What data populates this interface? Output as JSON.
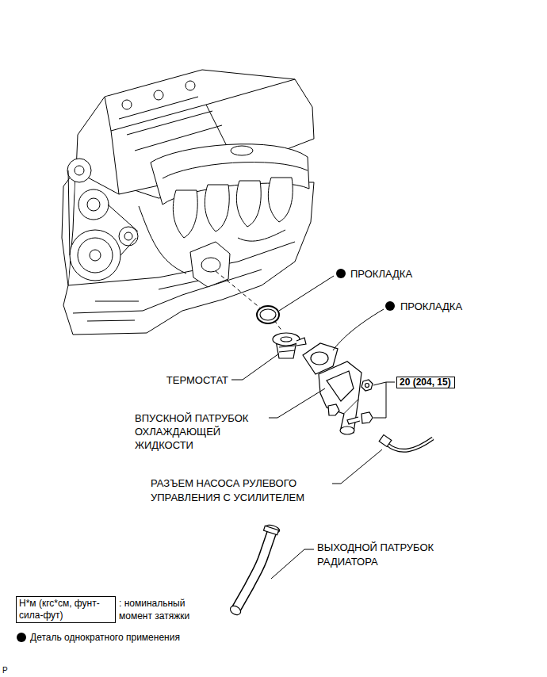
{
  "diagram": {
    "nodes": [
      {
        "text": [
          "20 (204, 15)"
        ]
      },
      {
        "text": [
          "Н*м (кгс*см, фунт-сила-фут)"
        ]
      }
    ],
    "labels": [
      "ПРОКЛАДКА",
      "ПРОКЛАДКА",
      "ТЕРМОСТАТ",
      "ВПУСКНОЙ ПАТРУБОК ОХЛАЖДАЮЩЕЙ ЖИДКОСТИ",
      "РАЗЪЕМ НАСОСА РУЛЕВОГО УПРАВЛЕНИЯ С УСИЛИТЕЛЕМ",
      "ВЫХОДНОЙ ПАТРУБОК РАДИАТОРА",
      ": номинальный момент затяжки",
      "P"
    ],
    "legend": [
      {
        "text": "Деталь однократного применения"
      }
    ]
  }
}
